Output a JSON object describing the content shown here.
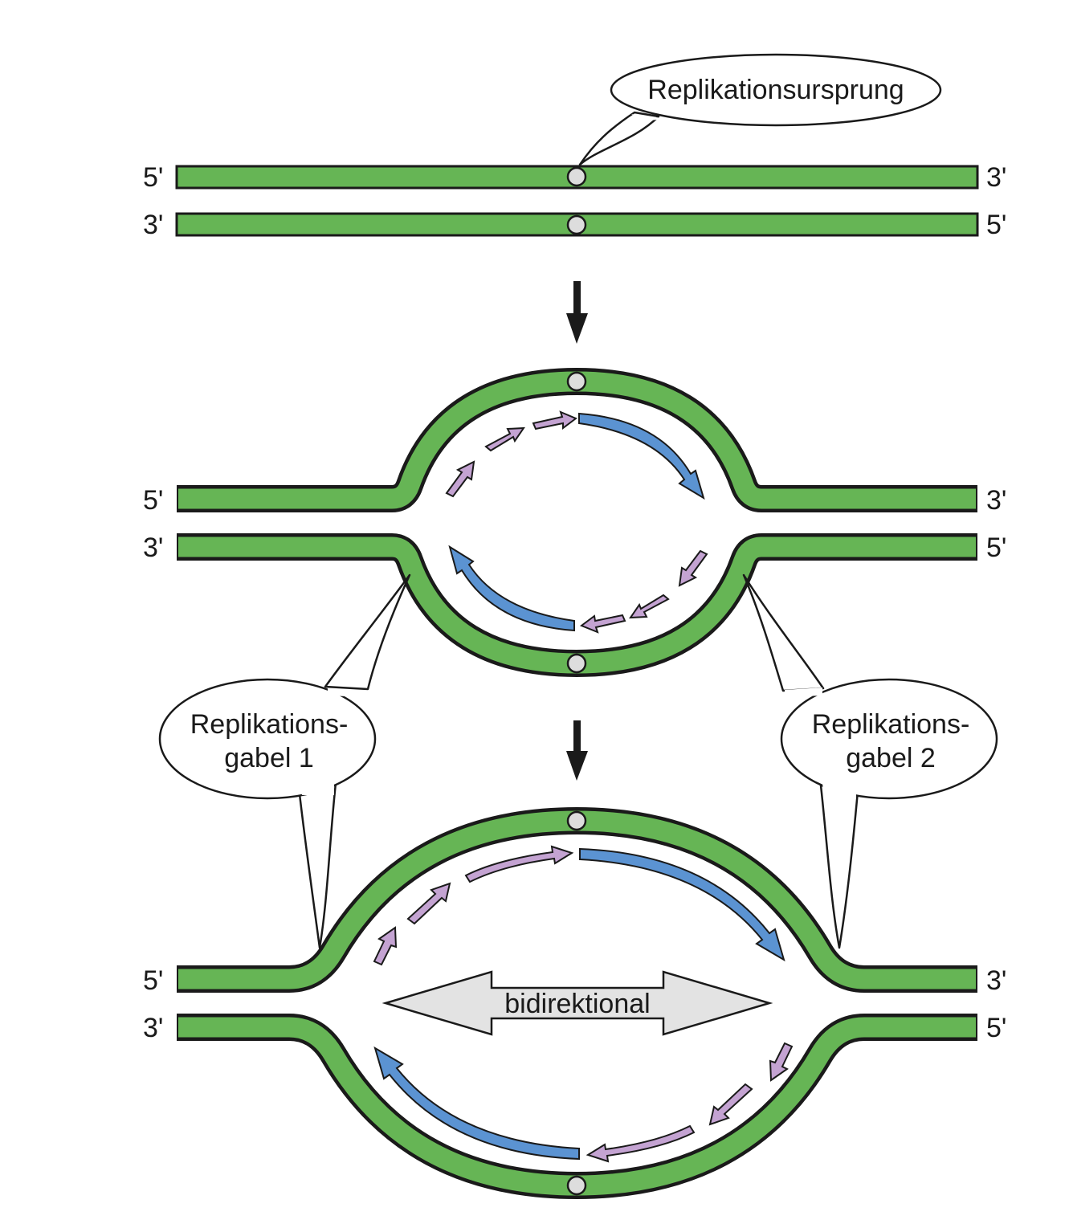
{
  "colors": {
    "strand": "#66b555",
    "leading_arrow": "#5b93d2",
    "lagging_arrow": "#c4a3d2",
    "origin": "#dddddd",
    "bidirectional_arrow": "#e3e3e3",
    "outline": "#1a1a1a"
  },
  "labels": {
    "origin": "Replikationsursprung",
    "fork1_line1": "Replikations-",
    "fork1_line2": "gabel 1",
    "fork2_line1": "Replikations-",
    "fork2_line2": "gabel 2",
    "bidirectional": "bidirektional"
  },
  "ends": {
    "five_prime": "5'",
    "three_prime": "3'"
  },
  "stages": [
    {
      "stage": "unreplicated"
    },
    {
      "stage": "early-bubble"
    },
    {
      "stage": "late-bubble"
    }
  ],
  "icons": [
    "down-arrow-icon",
    "origin-marker-icon",
    "leading-strand-arrow-icon",
    "okazaki-fragment-icon",
    "bidirectional-arrow-icon"
  ]
}
